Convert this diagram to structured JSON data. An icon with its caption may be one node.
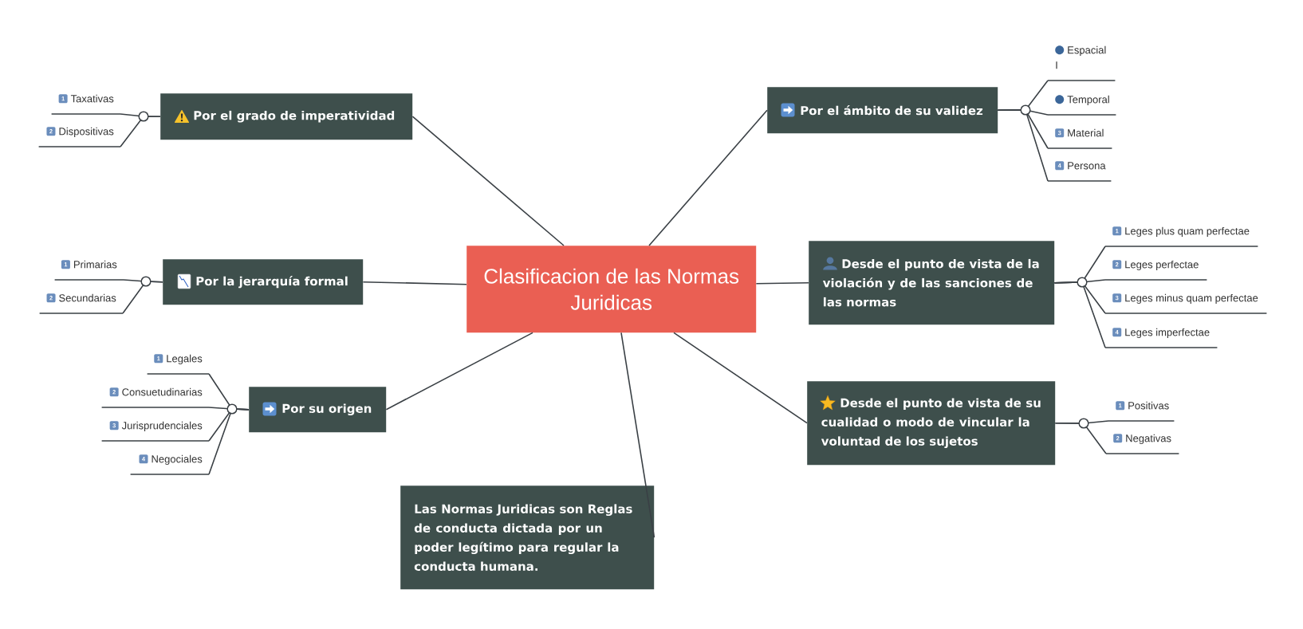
{
  "diagram": {
    "nodes": [
      {
        "text": [
          "Clasificacion de las Normas Juridicas"
        ]
      },
      {
        "text": [
          "Por el grado de imperatividad"
        ]
      },
      {
        "text": [
          "1",
          "Taxativas"
        ]
      },
      {
        "text": [
          "2",
          "Dispositivas"
        ]
      },
      {
        "text": [
          "Por el ámbito de su validez"
        ]
      },
      {
        "text": [
          "Espacial I"
        ]
      },
      {
        "text": [
          "Temporal"
        ]
      },
      {
        "text": [
          "3",
          "Material"
        ]
      },
      {
        "text": [
          "4",
          "Persona"
        ]
      },
      {
        "text": [
          "Por la jerarquía formal"
        ]
      },
      {
        "text": [
          "1",
          "Primarias"
        ]
      },
      {
        "text": [
          "2",
          "Secundarias"
        ]
      },
      {
        "text": [
          "Desde el punto de vista de la violación y de las sanciones de las normas"
        ]
      },
      {
        "text": [
          "1",
          "Leges plus quam perfectae"
        ]
      },
      {
        "text": [
          "2",
          "Leges perfectae"
        ]
      },
      {
        "text": [
          "3",
          "Leges minus quam perfectae"
        ]
      },
      {
        "text": [
          "4",
          "Leges imperfectae"
        ]
      },
      {
        "text": [
          "Por su origen"
        ]
      },
      {
        "text": [
          "1",
          "Legales"
        ]
      },
      {
        "text": [
          "2",
          "Consuetudinarias"
        ]
      },
      {
        "text": [
          "3",
          "Jurisprudenciales"
        ]
      },
      {
        "text": [
          "4",
          "Negociales"
        ]
      },
      {
        "text": [
          "Desde el punto de vista de su cualidad o modo de vincular la voluntad de los sujetos"
        ]
      },
      {
        "text": [
          "1",
          "Positivas"
        ]
      },
      {
        "text": [
          "2",
          "Negativas"
        ]
      },
      {
        "text": [
          "Las Normas Juridicas son Reglas de conducta dictada por un poder legítimo para regular la conducta humana."
        ]
      }
    ],
    "edges": [
      {
        "from": 0,
        "to": 1,
        "arrow": "none"
      },
      {
        "from": 0,
        "to": 4,
        "arrow": "none"
      },
      {
        "from": 0,
        "to": 9,
        "arrow": "none"
      },
      {
        "from": 0,
        "to": 12,
        "arrow": "none"
      },
      {
        "from": 0,
        "to": 17,
        "arrow": "none"
      },
      {
        "from": 0,
        "to": 22,
        "arrow": "none"
      },
      {
        "from": 0,
        "to": 25,
        "arrow": "none"
      },
      {
        "from": 1,
        "to": 2,
        "arrow": "none"
      },
      {
        "from": 1,
        "to": 3,
        "arrow": "none"
      },
      {
        "from": 4,
        "to": 5,
        "arrow": "none"
      },
      {
        "from": 4,
        "to": 6,
        "arrow": "none"
      },
      {
        "from": 4,
        "to": 7,
        "arrow": "none"
      },
      {
        "from": 4,
        "to": 8,
        "arrow": "none"
      },
      {
        "from": 9,
        "to": 10,
        "arrow": "none"
      },
      {
        "from": 9,
        "to": 11,
        "arrow": "none"
      },
      {
        "from": 12,
        "to": 13,
        "arrow": "none"
      },
      {
        "from": 12,
        "to": 14,
        "arrow": "none"
      },
      {
        "from": 12,
        "to": 15,
        "arrow": "none"
      },
      {
        "from": 12,
        "to": 16,
        "arrow": "none"
      },
      {
        "from": 17,
        "to": 18,
        "arrow": "none"
      },
      {
        "from": 17,
        "to": 19,
        "arrow": "none"
      },
      {
        "from": 17,
        "to": 20,
        "arrow": "none"
      },
      {
        "from": 17,
        "to": 21,
        "arrow": "none"
      },
      {
        "from": 22,
        "to": 23,
        "arrow": "none"
      },
      {
        "from": 22,
        "to": 24,
        "arrow": "none"
      }
    ]
  }
}
